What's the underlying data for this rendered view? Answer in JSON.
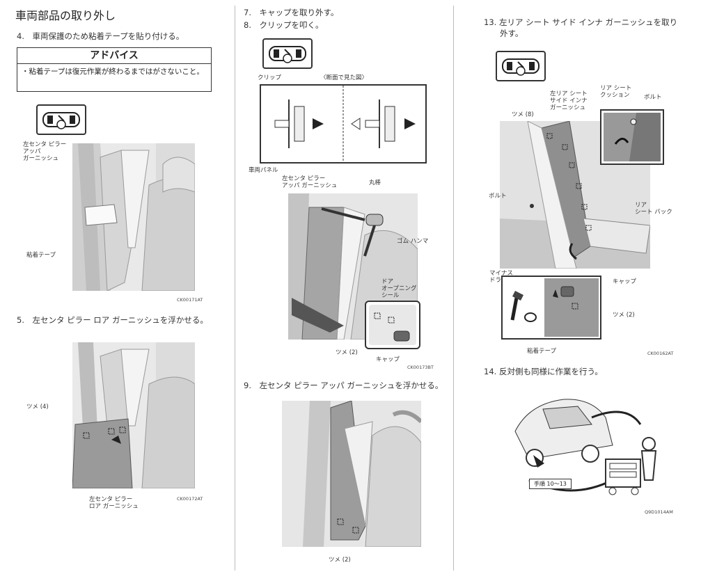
{
  "section_title": "車両部品の取り外し",
  "col1": {
    "step4": "4.　車両保護のため粘着テープを貼り付ける。",
    "advice_title": "アドバイス",
    "advice_text": "・粘着テープは復元作業が終わるまではがさないこと。",
    "fig1": {
      "label_upper": "左センタ ピラー\nアッパ\nガーニッシュ",
      "label_tape": "粘着テープ",
      "code": "CK00171AT"
    },
    "step5": "5.　左センタ ピラー ロア ガーニッシュを浮かせる。",
    "fig2": {
      "label_claw": "ツメ (4)",
      "label_lower": "左センタ ピラー\nロア ガーニッシュ",
      "code": "CK00172AT"
    }
  },
  "col2": {
    "step7": "7.　キャップを取り外す。",
    "step8": "8.　クリップを叩く。",
    "fig3": {
      "label_clip": "クリップ",
      "label_section": "〈断面で見た図〉",
      "label_panel": "車両パネル",
      "label_upper": "左センタ ピラー\nアッパ ガーニッシュ",
      "label_rod": "丸棒",
      "label_hammer": "ゴム ハンマ",
      "label_seal": "ドア\nオープニング\nシール",
      "label_claw": "ツメ (2)",
      "label_cap": "キャップ",
      "code": "CK00173BT"
    },
    "step9": "9.　左センタ ピラー アッパ ガーニッシュを浮かせる。",
    "fig4": {
      "label_claw": "ツメ (2)"
    }
  },
  "col3": {
    "step13": "13. 左リア シート サイド インナ ガーニッシュを取り\n　　外す。",
    "fig5": {
      "label_garnish": "左リア シート\nサイド インナ\nガーニッシュ",
      "label_cushion": "リア シート\nクッション",
      "label_bolt1": "ボルト",
      "label_claw8": "ツメ (8)",
      "label_bolt2": "ボルト",
      "label_back": "リア\nシート バック",
      "label_driver": "マイナス\nドライバ",
      "label_cap": "キャップ",
      "label_claw2": "ツメ (2)",
      "label_tape": "粘着テープ",
      "code": "CK00162AT"
    },
    "step14": "14. 反対側も同様に作業を行う。",
    "fig6": {
      "label_loop": "手順 10～13",
      "code": "Q9D1014AM"
    }
  }
}
